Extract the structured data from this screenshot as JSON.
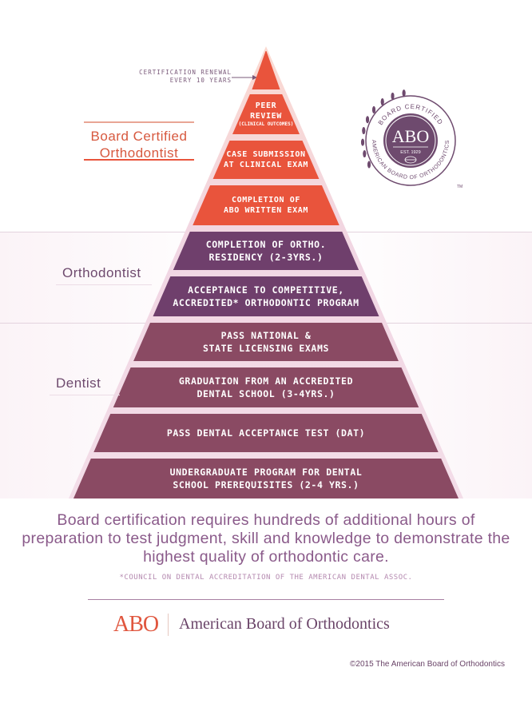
{
  "tiers": [
    {
      "label": "Board Certified\nOrthodontist",
      "color": "#d7593f"
    },
    {
      "label": "Orthodontist",
      "color": "#6e4a6e"
    },
    {
      "label": "Dentist",
      "color": "#6e4a6e"
    }
  ],
  "renewal_note": "CERTIFICATION RENEWAL\nEVERY 10 YEARS",
  "steps": [
    {
      "text": "",
      "color": "#e9543c"
    },
    {
      "text": "PEER\nREVIEW",
      "sub": "(CLINICAL OUTCOMES)",
      "color": "#e9543c"
    },
    {
      "text": "CASE SUBMISSION\nAT CLINICAL EXAM",
      "color": "#e9543c"
    },
    {
      "text": "COMPLETION OF\nABO WRITTEN EXAM",
      "color": "#e9543c"
    },
    {
      "text": "COMPLETION OF ORTHO.\nRESIDENCY (2-3YRS.)",
      "color": "#6f3f6c"
    },
    {
      "text": "ACCEPTANCE TO COMPETITIVE,\nACCREDITED* ORTHODONTIC PROGRAM",
      "color": "#6f3f6c"
    },
    {
      "text": "PASS NATIONAL &\nSTATE LICENSING EXAMS",
      "color": "#8a4a63"
    },
    {
      "text": "GRADUATION FROM AN ACCREDITED\nDENTAL SCHOOL (3-4YRS.)",
      "color": "#8a4a63"
    },
    {
      "text": "PASS DENTAL ACCEPTANCE TEST (DAT)",
      "color": "#8a4a63"
    },
    {
      "text": "UNDERGRADUATE PROGRAM FOR DENTAL\nSCHOOL PREREQUISITES (2-4 YRS.)",
      "color": "#8a4a63"
    }
  ],
  "seal": {
    "top_text": "BOARD CERTIFIED",
    "bottom_text": "AMERICAN BOARD OF ORTHODONTICS",
    "center": "ABO",
    "established": "EST. 1929",
    "trademark": "TM",
    "color": "#6e4a6e"
  },
  "caption": "Board certification requires hundreds of additional hours of preparation to test judgment, skill and knowledge to demonstrate the highest quality of orthodontic care.",
  "footnote": "*COUNCIL ON DENTAL ACCREDITATION OF THE AMERICAN DENTAL ASSOC.",
  "footer": {
    "logo": "ABO",
    "name": "American Board of Orthodontics",
    "copyright": "©2015 The American Board of Orthodontics",
    "logo_color": "#e0563e"
  }
}
